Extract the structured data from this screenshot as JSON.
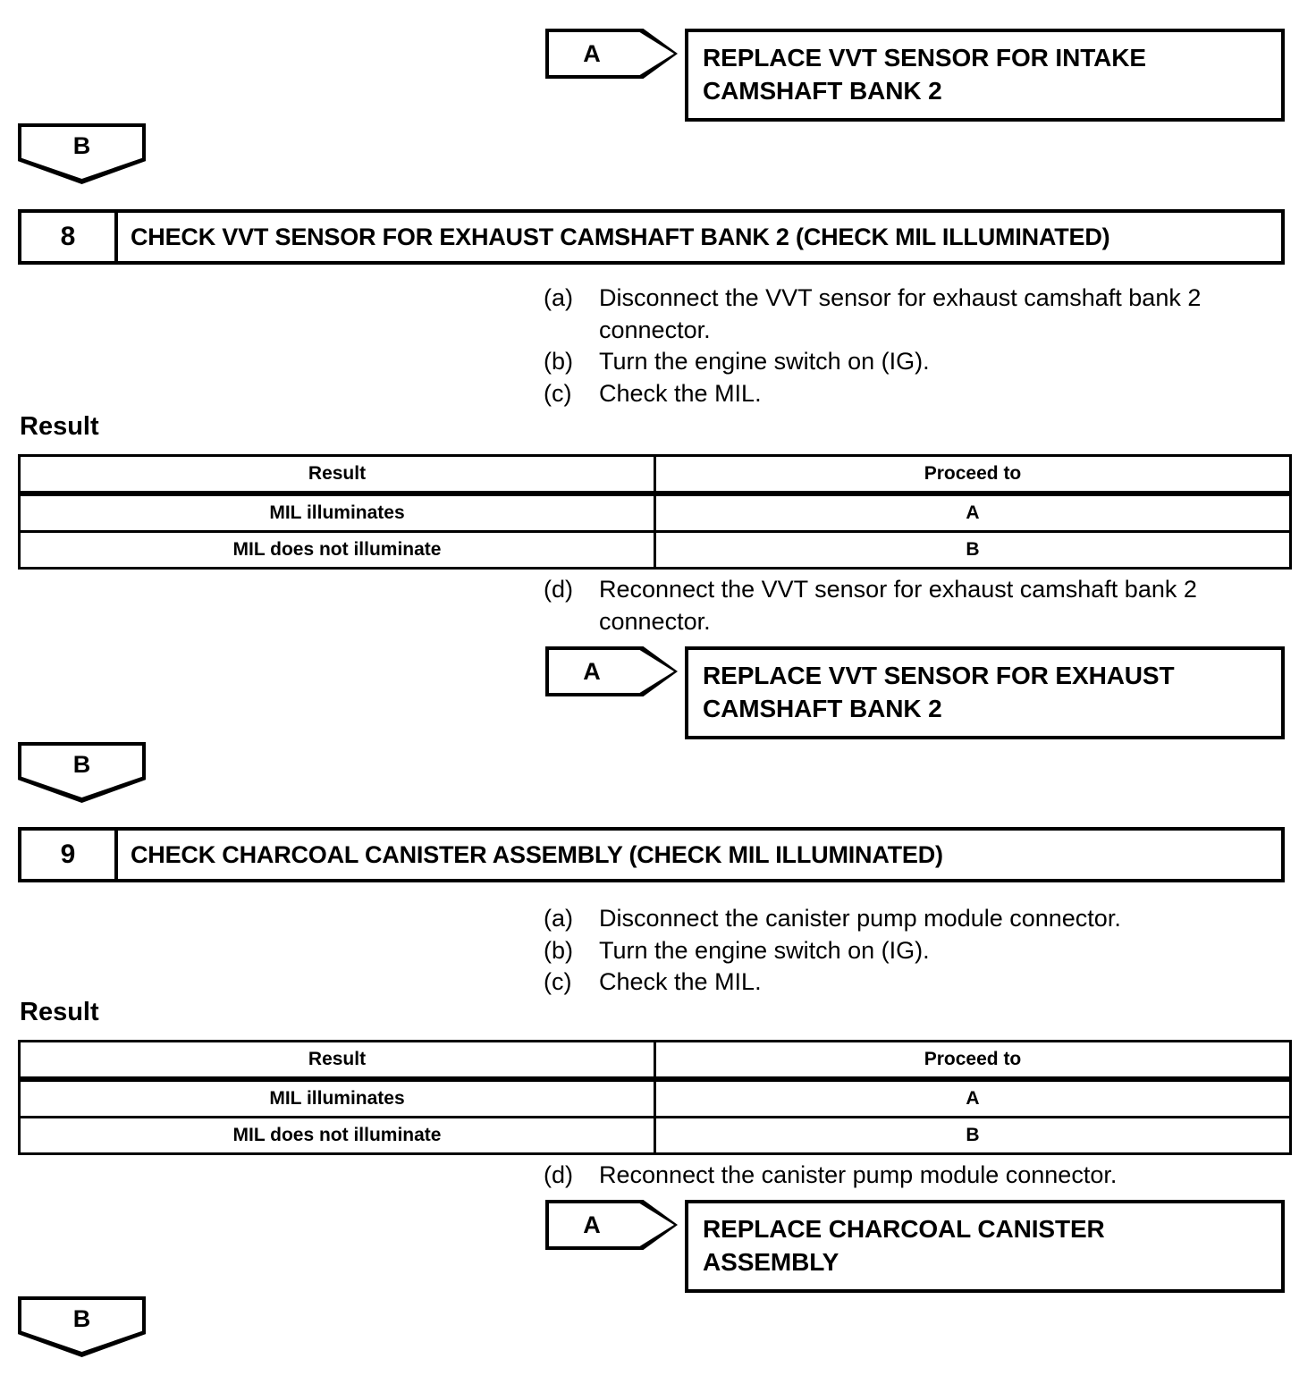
{
  "document": {
    "type": "diagnostic-flowchart",
    "title": "VVT Sensor / Charcoal Canister Diagnostic Procedure"
  },
  "connectors": {
    "a": "A",
    "b": "B"
  },
  "blocks": {
    "replace_intake": {
      "connector": "A",
      "line1": "REPLACE VVT SENSOR FOR INTAKE",
      "line2": "CAMSHAFT BANK 2"
    },
    "replace_exhaust": {
      "connector": "A",
      "line1": "REPLACE VVT SENSOR FOR EXHAUST",
      "line2": "CAMSHAFT BANK 2"
    },
    "replace_canister": {
      "connector": "A",
      "line1": "REPLACE CHARCOAL CANISTER",
      "line2": "ASSEMBLY"
    }
  },
  "connector_b_top": "B",
  "connector_b_mid": "B",
  "connector_b_bottom": "B",
  "step8": {
    "number": "8",
    "title": "CHECK VVT SENSOR FOR EXHAUST CAMSHAFT BANK 2 (CHECK MIL ILLUMINATED)",
    "instructions": [
      {
        "marker": "(a)",
        "text": "Disconnect the VVT sensor for exhaust camshaft bank 2 connector."
      },
      {
        "marker": "(b)",
        "text": "Turn the engine switch on (IG)."
      },
      {
        "marker": "(c)",
        "text": "Check the MIL."
      }
    ],
    "result_caption": "Result",
    "table": {
      "headers": [
        "Result",
        "Proceed to"
      ],
      "rows": [
        [
          "MIL illuminates",
          "A"
        ],
        [
          "MIL does not illuminate",
          "B"
        ]
      ]
    },
    "post_instruction": {
      "marker": "(d)",
      "text": "Reconnect the VVT sensor for exhaust camshaft bank 2 connector."
    }
  },
  "step9": {
    "number": "9",
    "title": "CHECK CHARCOAL CANISTER ASSEMBLY (CHECK MIL ILLUMINATED)",
    "instructions": [
      {
        "marker": "(a)",
        "text": "Disconnect the canister pump module connector."
      },
      {
        "marker": "(b)",
        "text": "Turn the engine switch on (IG)."
      },
      {
        "marker": "(c)",
        "text": "Check the MIL."
      }
    ],
    "result_caption": "Result",
    "table": {
      "headers": [
        "Result",
        "Proceed to"
      ],
      "rows": [
        [
          "MIL illuminates",
          "A"
        ],
        [
          "MIL does not illuminate",
          "B"
        ]
      ]
    },
    "post_instruction": {
      "marker": "(d)",
      "text": "Reconnect the canister pump module connector."
    }
  },
  "colors": {
    "ink": "#000000",
    "paper": "#ffffff"
  }
}
